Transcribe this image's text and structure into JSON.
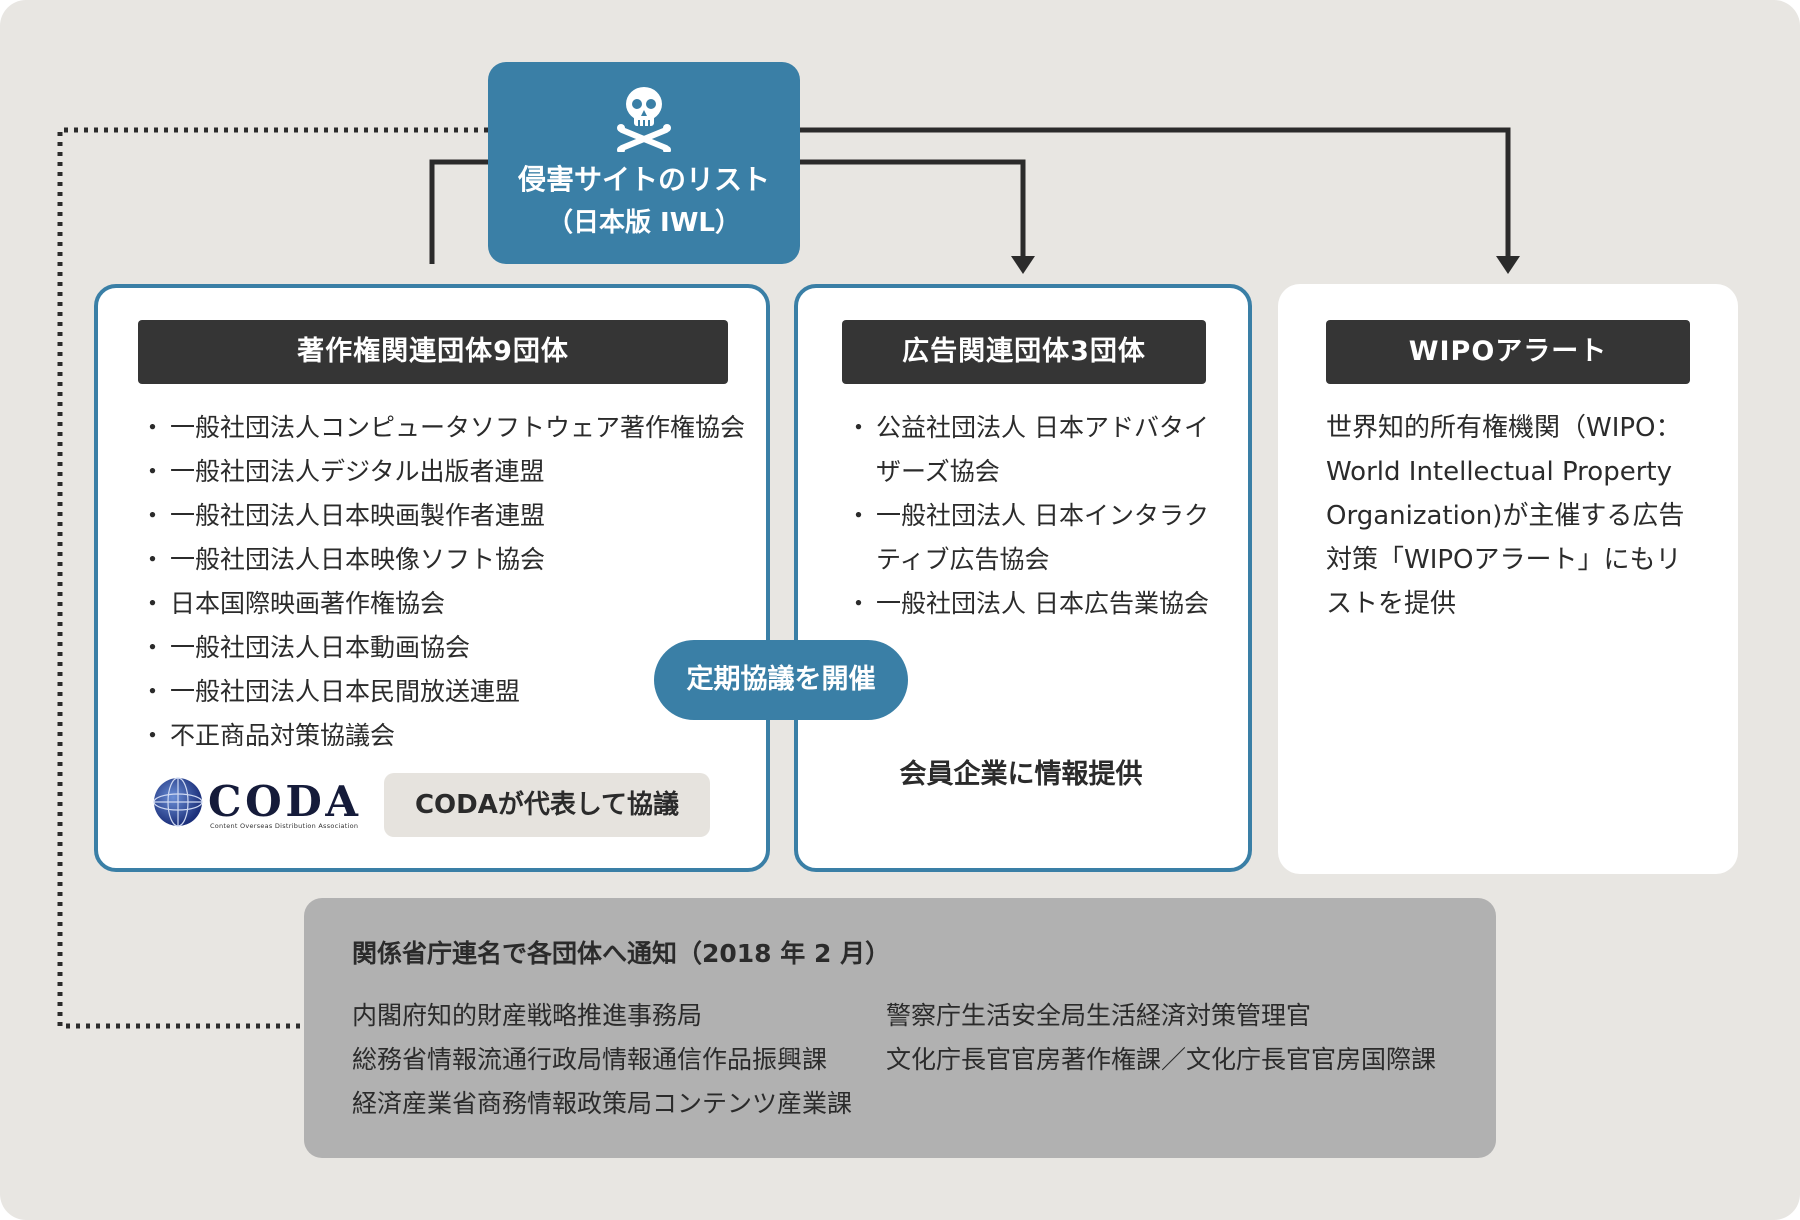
{
  "iwl": {
    "icon": "skull-crossbones-icon",
    "title": "侵害サイトのリスト",
    "subtitle": "（日本版 IWL）"
  },
  "copyright_box": {
    "header": "著作権関連団体9団体",
    "items": [
      "一般社団法人コンピュータソフトウェア著作権協会",
      "一般社団法人デジタル出版者連盟",
      "一般社団法人日本映画製作者連盟",
      "一般社団法人日本映像ソフト協会",
      "日本国際映画著作権協会",
      "一般社団法人日本動画協会",
      "一般社団法人日本民間放送連盟",
      "不正商品対策協議会"
    ],
    "logo_text": "CODA",
    "logo_subtext": "Content Overseas Distribution Association",
    "badge": "CODAが代表して協議"
  },
  "ad_box": {
    "header": "広告関連団体3団体",
    "items": [
      "公益社団法人 日本アドバタイザーズ協会",
      "一般社団法人 日本インタラクティブ広告協会",
      "一般社団法人 日本広告業協会"
    ],
    "member_label": "会員企業に情報提供"
  },
  "consultation_pill": "定期協議を開催",
  "wipo_box": {
    "header": "WIPOアラート",
    "description": "世界知的所有権機関（WIPO：World Intellectual Property Organization)が主催する広告対策「WIPOアラート」にもリストを提供"
  },
  "notice_box": {
    "title": "関係省庁連名で各団体へ通知（2018 年 2 月）",
    "left": [
      "内閣府知的財産戦略推進事務局",
      "総務省情報流通行政局情報通信作品振興課",
      "経済産業省商務情報政策局コンテンツ産業課"
    ],
    "right": [
      "警察庁生活安全局生活経済対策管理官",
      "文化庁長官官房著作権課／文化庁長官官房国際課"
    ]
  },
  "colors": {
    "background": "#e8e6e2",
    "accent_blue": "#3a7fa6",
    "header_dark": "#353535",
    "notice_gray": "#b1b1b1",
    "text": "#2b2b2b"
  }
}
